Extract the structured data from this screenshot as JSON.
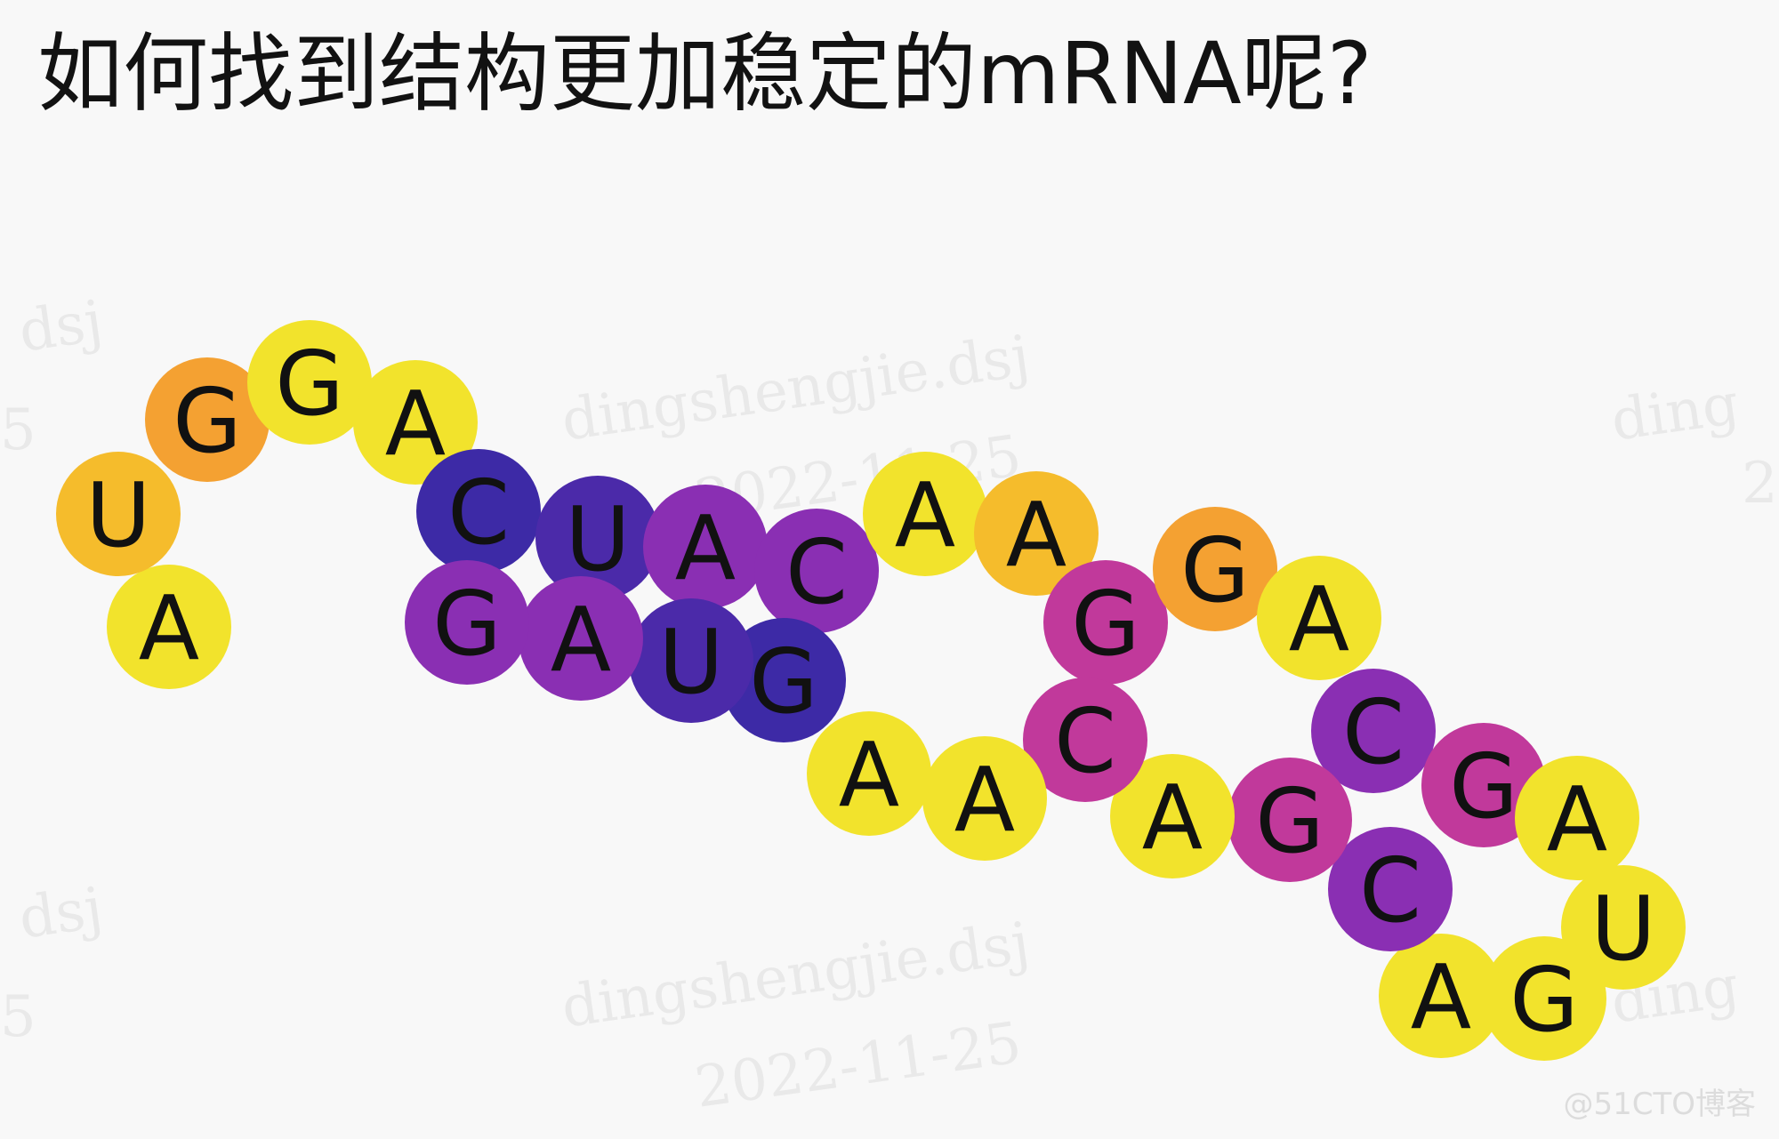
{
  "title": "如何找到结构更加稳定的mRNA呢?",
  "watermark": {
    "user": "dingshengjie.dsj",
    "date": "2022-11-25",
    "user_short": "dsj",
    "date_fragment": "5",
    "user_fragment": "ding",
    "date_fragment_right": "2"
  },
  "credit": "@51CTO博客",
  "colors": {
    "yellow": "#f2e32c",
    "gold": "#f5bc2c",
    "orange": "#f4a132",
    "magenta": "#c1399b",
    "violet": "#8a2fb3",
    "purple": "#5b2fb1",
    "indigo": "#3d2aa6"
  },
  "bases": [
    {
      "letter": "A",
      "color": "#f2e32c"
    },
    {
      "letter": "U",
      "color": "#f5bc2c"
    },
    {
      "letter": "G",
      "color": "#f4a132"
    },
    {
      "letter": "G",
      "color": "#f2e32c"
    },
    {
      "letter": "A",
      "color": "#f2e32c"
    },
    {
      "letter": "C",
      "color": "#3d2aa6"
    },
    {
      "letter": "U",
      "color": "#4b2aa9"
    },
    {
      "letter": "A",
      "color": "#8a2fb3"
    },
    {
      "letter": "C",
      "color": "#8a2fb3"
    },
    {
      "letter": "A",
      "color": "#f2e32c"
    },
    {
      "letter": "A",
      "color": "#f5bc2c"
    },
    {
      "letter": "G",
      "color": "#c1399b"
    },
    {
      "letter": "G",
      "color": "#f4a132"
    },
    {
      "letter": "A",
      "color": "#f2e32c"
    },
    {
      "letter": "C",
      "color": "#8a2fb3"
    },
    {
      "letter": "G",
      "color": "#c1399b"
    },
    {
      "letter": "A",
      "color": "#f2e32c"
    },
    {
      "letter": "U",
      "color": "#f2e32c"
    },
    {
      "letter": "G",
      "color": "#f2e32c"
    },
    {
      "letter": "A",
      "color": "#f2e32c"
    },
    {
      "letter": "C",
      "color": "#8a2fb3"
    },
    {
      "letter": "G",
      "color": "#c1399b"
    },
    {
      "letter": "A",
      "color": "#f2e32c"
    },
    {
      "letter": "C",
      "color": "#c1399b"
    },
    {
      "letter": "A",
      "color": "#f2e32c"
    },
    {
      "letter": "A",
      "color": "#f2e32c"
    },
    {
      "letter": "G",
      "color": "#3d2aa6"
    },
    {
      "letter": "U",
      "color": "#4b2aa9"
    },
    {
      "letter": "A",
      "color": "#8a2fb3"
    },
    {
      "letter": "G",
      "color": "#8a2fb3"
    }
  ]
}
